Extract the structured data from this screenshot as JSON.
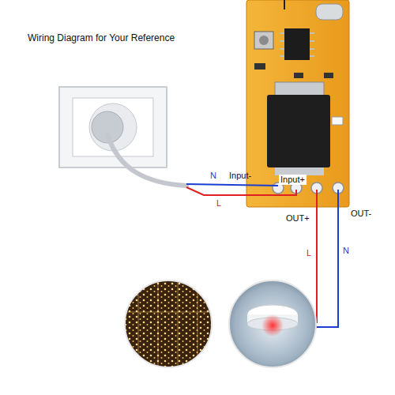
{
  "diagram": {
    "title": "Wiring Diagram for Your Reference",
    "labels": [
      "N",
      "Input-",
      "Input+",
      "L",
      "OUT+",
      "OUT-",
      "L",
      "N"
    ]
  }
}
